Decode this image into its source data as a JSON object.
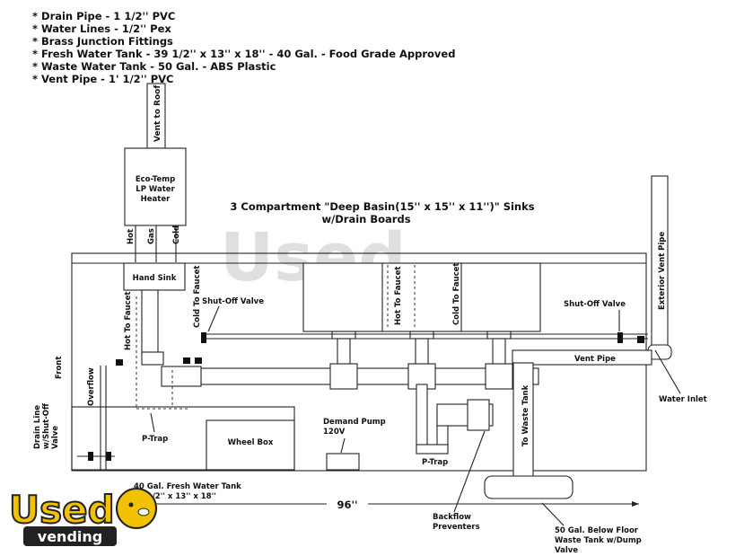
{
  "specs": [
    "* Drain Pipe - 1 1/2'' PVC",
    "* Water Lines - 1/2'' Pex",
    "* Brass Junction Fittings",
    "* Fresh Water Tank - 39 1/2'' x 13'' x 18'' - 40 Gal. - Food Grade Approved",
    "* Waste Water Tank - 50 Gal. - ABS Plastic",
    "* Vent Pipe - 1' 1/2'' PVC"
  ],
  "title_line1": "3 Compartment \"Deep Basin(15'' x 15'' x 11'')\" Sinks",
  "title_line2": "w/Drain Boards",
  "labels": {
    "vent_to_roof": "Vent to Roof",
    "heater_line1": "Eco-Temp",
    "heater_line2": "LP Water",
    "heater_line3": "Heater",
    "hot": "Hot",
    "gas": "Gas",
    "cold": "Cold",
    "hand_sink": "Hand Sink",
    "hot_to_faucet": "Hot To Faucet",
    "cold_to_faucet": "Cold To Faucet",
    "shutoff_left": "Shut-Off Valve",
    "shutoff_right": "Shut-Off Valve",
    "hot_to_faucet_2": "Hot To Faucet",
    "cold_to_faucet_2": "Cold To Faucet",
    "exterior_vent_pipe": "Exterior Vent Pipe",
    "vent_pipe": "Vent Pipe",
    "water_inlet": "Water Inlet",
    "front": "Front",
    "overflow": "Overflow",
    "drain_line_1": "Drain Line",
    "drain_line_2": "w/Shut-Off",
    "drain_line_3": "Valve",
    "ptrap_left": "P-Trap",
    "wheel_box": "Wheel Box",
    "demand_pump_1": "Demand Pump",
    "demand_pump_2": "120V",
    "ptrap_right": "P-Trap",
    "to_waste_tank": "To Waste Tank",
    "fresh_tank_1": "40 Gal. Fresh Water Tank",
    "fresh_tank_2": "39 1/2'' x 13'' x 18''",
    "dimension": "96''",
    "backflow_1": "Backflow",
    "backflow_2": "Preventers",
    "waste_tank_1": "50 Gal. Below Floor",
    "waste_tank_2": "Waste Tank w/Dump",
    "waste_tank_3": "Valve"
  },
  "logo": {
    "line1": "Used",
    "line2": "vending",
    "color": "#f2c200"
  },
  "watermark": {
    "line1": "Used",
    "line2": "vending"
  }
}
